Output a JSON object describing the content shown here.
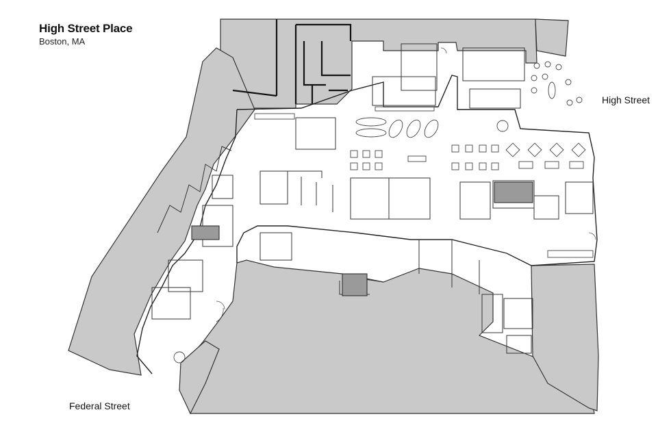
{
  "header": {
    "title": "High Street Place",
    "subtitle": "Boston, MA"
  },
  "street_labels": {
    "high_street": "High Street",
    "federal_street": "Federal Street"
  },
  "colors": {
    "background": "#ffffff",
    "existing_building_fill": "#c9c9c9",
    "wall_stroke": "#222222",
    "furniture_stroke": "#444444",
    "text": "#111111"
  }
}
